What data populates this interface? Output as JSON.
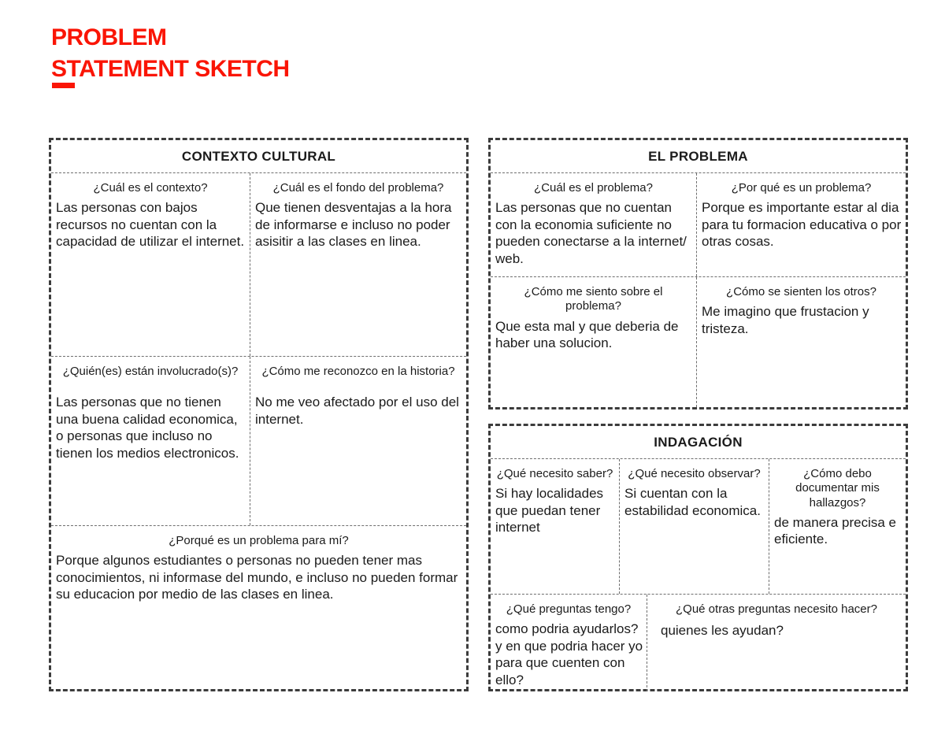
{
  "page": {
    "title": "PROBLEM\nSTATEMENT SKETCH",
    "accent_color": "#fa1505"
  },
  "sections": {
    "contexto": {
      "title": "CONTEXTO CULTURAL",
      "cells": {
        "contexto": {
          "q": "¿Cuál es el contexto?",
          "a": "Las personas con bajos recursos no cuentan con la capacidad de utilizar el internet."
        },
        "fondo": {
          "q": "¿Cuál es el fondo del problema?",
          "a": "Que tienen desventajas a la hora de informarse e incluso no poder asisitir a las clases en linea."
        },
        "involucrados": {
          "q": "¿Quién(es) están involucrado(s)?",
          "a": "Las personas que no tienen una buena calidad economica, o personas que incluso no tienen los medios electronicos."
        },
        "historia": {
          "q": "¿Cómo me reconozco en la historia?",
          "a": "No me veo afectado por el uso del internet."
        },
        "porque_mi": {
          "q": "¿Porqué es un problema para mí?",
          "a": "Porque algunos estudiantes o personas no pueden tener mas conocimientos, ni informase del mundo, e incluso no pueden formar su educacion por medio de las clases en linea."
        }
      }
    },
    "problema": {
      "title": "EL PROBLEMA",
      "cells": {
        "cual": {
          "q": "¿Cuál es el problema?",
          "a": "Las personas que no cuentan con la economia suficiente no pueden conectarse a la internet/ web."
        },
        "porque": {
          "q": "¿Por qué es un problema?",
          "a": "Porque es importante estar al dia para tu formacion educativa o por otras cosas."
        },
        "siento": {
          "q": "¿Cómo me siento sobre el problema?",
          "a": "Que esta mal y que deberia de haber una solucion."
        },
        "otros": {
          "q": "¿Cómo se sienten los otros?",
          "a": "Me imagino que frustacion y tristeza."
        }
      }
    },
    "indagacion": {
      "title": "INDAGACIÓN",
      "cells": {
        "saber": {
          "q": "¿Qué necesito saber?",
          "a": "Si hay localidades que puedan tener internet"
        },
        "observar": {
          "q": "¿Qué necesito observar?",
          "a": "Si cuentan con la estabilidad economica."
        },
        "documentar": {
          "q": "¿Cómo debo documentar mis hallazgos?",
          "a": "de manera precisa e eficiente."
        },
        "preguntas": {
          "q": "¿Qué preguntas tengo?",
          "a": "como podria ayudarlos? y en que podria hacer yo para que cuenten con ello?"
        },
        "otras_preguntas": {
          "q": "¿Qué otras preguntas necesito hacer?",
          "a": "quienes les ayudan?"
        }
      }
    }
  }
}
